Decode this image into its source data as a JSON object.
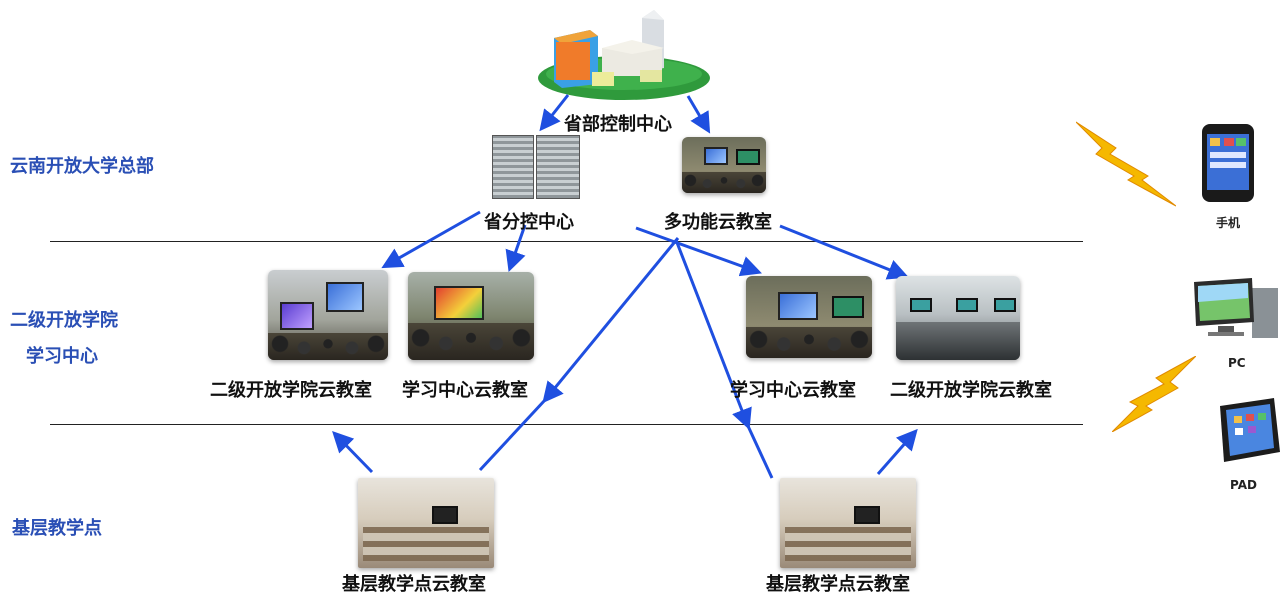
{
  "tiers": {
    "headquarters": "云南开放大学总部",
    "second_level": [
      "二级开放学院",
      "学习中心"
    ],
    "grassroots": "基层教学点"
  },
  "nodes": {
    "province_control": "省部控制中心",
    "provincial_branch": "省分控中心",
    "multifunction_classroom": "多功能云教室",
    "college_classroom_left": "二级开放学院云教室",
    "learning_center_left": "学习中心云教室",
    "learning_center_right": "学习中心云教室",
    "college_classroom_right": "二级开放学院云教室",
    "grassroots_left": "基层教学点云教室",
    "grassroots_right": "基层教学点云教室"
  },
  "devices": {
    "phone": "手机",
    "pc": "PC",
    "pad": "PAD"
  },
  "colors": {
    "arrow": "#1f4fe0",
    "tier_text": "#2a4fb5",
    "bolt": "#f5b800"
  },
  "icons": [
    "city-buildings-icon",
    "server-rack-icon",
    "lightning-bolt-icon",
    "smartphone-icon",
    "desktop-pc-icon",
    "tablet-icon"
  ]
}
